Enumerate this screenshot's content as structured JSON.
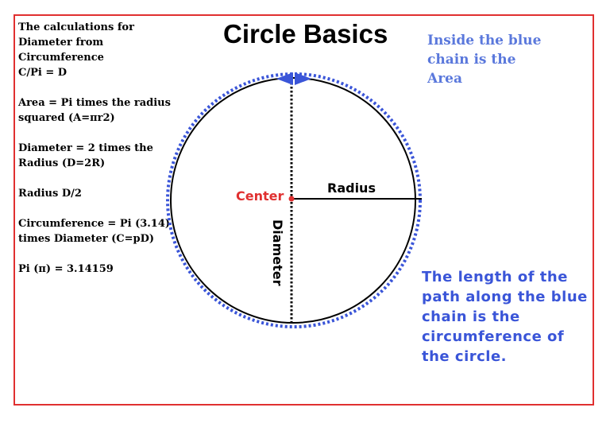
{
  "title": "Circle Basics",
  "notes": [
    {
      "lines": [
        "The calculations for",
        "Diameter from",
        "Circumference",
        "C/Pi = D"
      ]
    },
    {
      "lines": [
        "Area = Pi times the radius",
        "squared (A=πr2)"
      ]
    },
    {
      "lines": [
        "Diameter = 2 times the",
        "Radius (D=2R)"
      ]
    },
    {
      "lines": [
        "Radius D/2"
      ]
    },
    {
      "lines": [
        "Circumference = Pi (3.14)",
        "times Diameter (C=pD)"
      ]
    },
    {
      "lines": [
        "Pi (π) = 3.14159"
      ]
    }
  ],
  "area_note": [
    "Inside the blue",
    "chain is the",
    "Area"
  ],
  "circumference_note": [
    "The length of the",
    "path along the blue",
    "chain is the",
    "circumference of",
    "the circle."
  ],
  "labels": {
    "center": "Center",
    "radius": "Radius",
    "diameter": "Diameter"
  },
  "colors": {
    "frame": "#e03030",
    "chain": "#3a55d8",
    "center": "#e03030"
  }
}
